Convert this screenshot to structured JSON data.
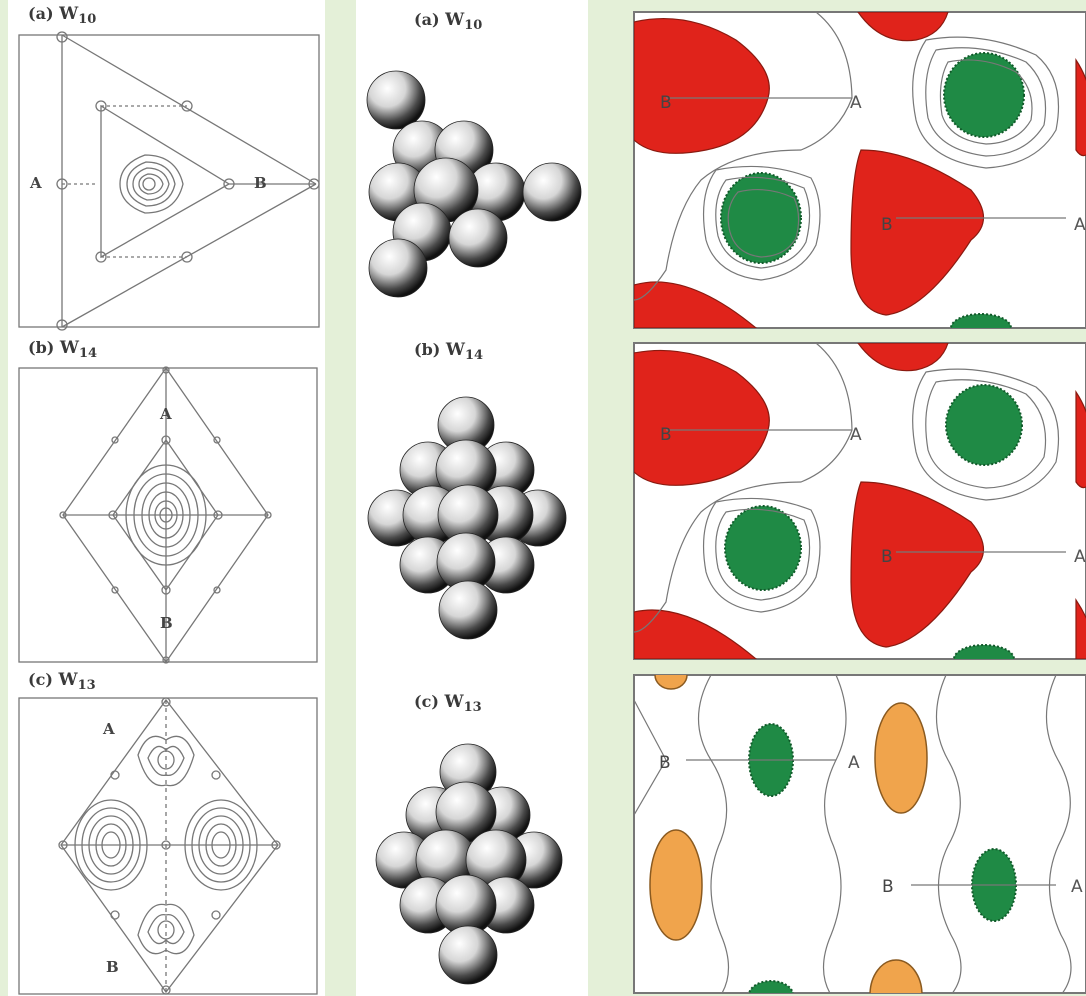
{
  "left_panel": {
    "diagrams": [
      {
        "tag": "(a)",
        "symbol": "W",
        "index": "10",
        "site_a": "A",
        "site_b": "B"
      },
      {
        "tag": "(b)",
        "symbol": "W",
        "index": "14",
        "site_a": "A",
        "site_b": "B"
      },
      {
        "tag": "(c)",
        "symbol": "W",
        "index": "13",
        "site_a": "A",
        "site_b": "B"
      }
    ]
  },
  "middle_panel": {
    "clusters": [
      {
        "tag": "(a)",
        "symbol": "W",
        "index": "10"
      },
      {
        "tag": "(b)",
        "symbol": "W",
        "index": "14"
      },
      {
        "tag": "(c)",
        "symbol": "W",
        "index": "13"
      }
    ]
  },
  "right_panel": {
    "maps": [
      {
        "labels": [
          "B",
          "A",
          "B",
          "A"
        ]
      },
      {
        "labels": [
          "B",
          "A",
          "B",
          "A"
        ]
      },
      {
        "labels": [
          "B",
          "A",
          "B",
          "A"
        ]
      }
    ]
  },
  "colors": {
    "background": "#e4f0d8",
    "red": "#e0231b",
    "green": "#1f8a45",
    "orange": "#f0a44c",
    "line": "#666666"
  }
}
